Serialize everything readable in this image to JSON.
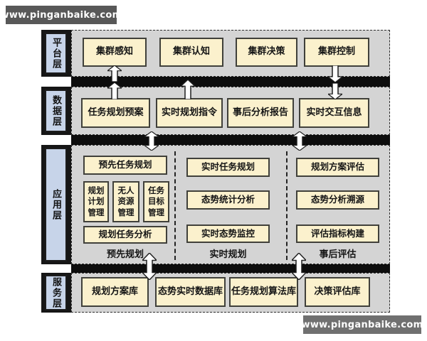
{
  "watermarks": {
    "top": "www.pinganbaike.com",
    "bottom": "www.pinganbaike.com"
  },
  "colors": {
    "node_fill": "#fbf1cd",
    "node_border": "#40403a",
    "layer_label_fill": "#c7d4e9",
    "panel_fill": "#d4d4d4",
    "bus_bar": "#0d0d0d",
    "watermark_top_bg": "#585858",
    "watermark_bottom_bg": "#707070"
  },
  "layers": {
    "platform": {
      "label": "平台层",
      "boxes": [
        "集群感知",
        "集群认知",
        "集群决策",
        "集群控制"
      ]
    },
    "data": {
      "label": "数据层",
      "boxes": [
        "任务规划预案",
        "实时规划指令",
        "事后分析报告",
        "实时交互信息"
      ]
    },
    "app": {
      "label": "应用层",
      "columns": [
        {
          "title": "预先规划",
          "top_box": "预先任务规划",
          "small_boxes": [
            "规划\n计划\n管理",
            "无人\n资源\n管理",
            "任务\n目标\n管理"
          ],
          "bottom_box": "规划任务分析"
        },
        {
          "title": "实时规划",
          "boxes": [
            "实时任务规划",
            "态势统计分析",
            "实时态势监控"
          ]
        },
        {
          "title": "事后评估",
          "boxes": [
            "规划方案评估",
            "态势分析溯源",
            "评估指标构建"
          ]
        }
      ]
    },
    "service": {
      "label": "服务层",
      "boxes": [
        "规划方案库",
        "态势实时数据库",
        "任务规划算法库",
        "决策评估库"
      ]
    }
  }
}
